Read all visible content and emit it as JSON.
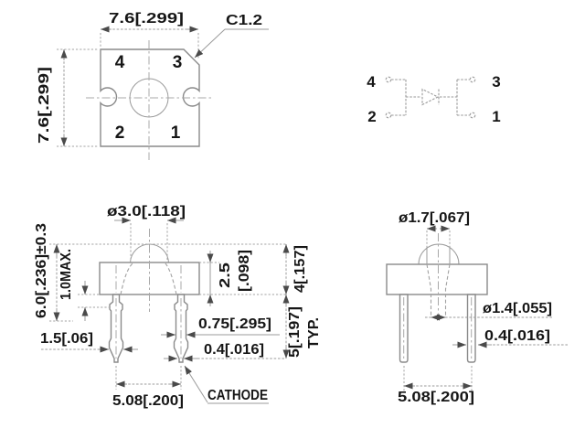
{
  "views": {
    "top": {
      "width": "7.6[.299]",
      "height": "7.6[.299]",
      "chamfer": "C1.2",
      "pin1": "1",
      "pin2": "2",
      "pin3": "3",
      "pin4": "4"
    },
    "schematic": {
      "pin1": "1",
      "pin2": "2",
      "pin3": "3",
      "pin4": "4"
    },
    "front": {
      "dome_dia": "ø3.0[.118]",
      "total_height": "6.0[.236]±0.3",
      "standoff": "1.0MAX.",
      "lead_width": "1.5[.06]",
      "body_height_mm": "2.5",
      "body_height_in": "[.098]",
      "height_body": "4[.157]",
      "height_lead": "5[.197]",
      "typ": "TYP.",
      "lead_width2": "0.75[.295]",
      "lead_tip": "0.4[.016]",
      "pitch": "5.08[.200]",
      "cathode_label": "CATHODE"
    },
    "side": {
      "lens_dia": "ø1.7[.067]",
      "inner_dia": "ø1.4[.055]",
      "lead_thickness": "0.4[.016]",
      "pitch": "5.08[.200]"
    }
  }
}
